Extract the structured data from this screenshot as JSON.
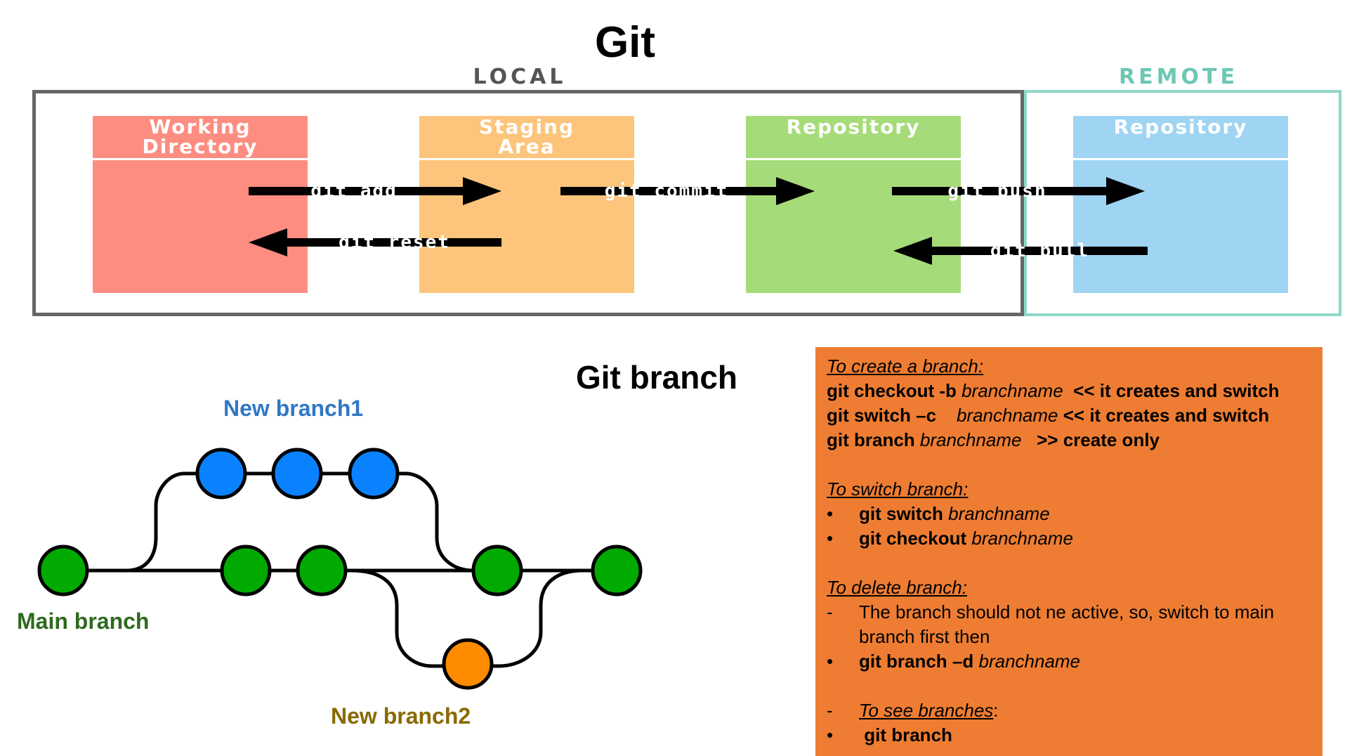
{
  "title": "Git",
  "local_label": "LOCAL",
  "remote_label": "REMOTE",
  "stages": [
    {
      "name": "Working Directory",
      "line1": "Working",
      "line2": "Directory",
      "color": "#fe8d81"
    },
    {
      "name": "Staging Area",
      "line1": "Staging",
      "line2": "Area",
      "color": "#fcc57b"
    },
    {
      "name": "Repository",
      "line1": "Repository",
      "line2": "",
      "color": "#a6db79"
    },
    {
      "name": "Remote Repository",
      "line1": "Repository",
      "line2": "",
      "color": "#9fd4f3"
    }
  ],
  "commands": {
    "add": "git add",
    "reset": "git reset",
    "commit": "git commit",
    "push": "git push",
    "pull": "git pull"
  },
  "branch_diagram": {
    "title": "Git branch",
    "main_label": "Main branch",
    "branch1_label": "New branch1",
    "branch2_label": "New branch2",
    "colors": {
      "main": "#00aa00",
      "branch1": "#0a82ff",
      "branch2": "#ff8c00",
      "line": "#000000"
    }
  },
  "info": {
    "create_heading": "To create a branch:",
    "create_1_cmd": "git checkout -b",
    "create_1_arg": "branchname",
    "create_1_note": "<< it creates and switch",
    "create_2_cmd": "git switch –c",
    "create_2_arg": "branchname",
    "create_2_note": "<< it creates and switch",
    "create_3_cmd": "git branch",
    "create_3_arg": "branchname",
    "create_3_note": ">> create only",
    "switch_heading": "To switch branch:",
    "switch_1_cmd": "git switch",
    "switch_1_arg": "branchname",
    "switch_2_cmd": "git checkout",
    "switch_2_arg": "branchname",
    "delete_heading": "To delete branch:",
    "delete_note_1": "The branch should not ne active, so, switch to main",
    "delete_note_2": "branch first then",
    "delete_cmd": "git branch –d",
    "delete_arg": "branchname",
    "see_heading": "To see branches",
    "see_colon": ":",
    "see_cmd": "git branch",
    "bullet": "•",
    "dash": "-",
    "background": "#ee7d33"
  }
}
